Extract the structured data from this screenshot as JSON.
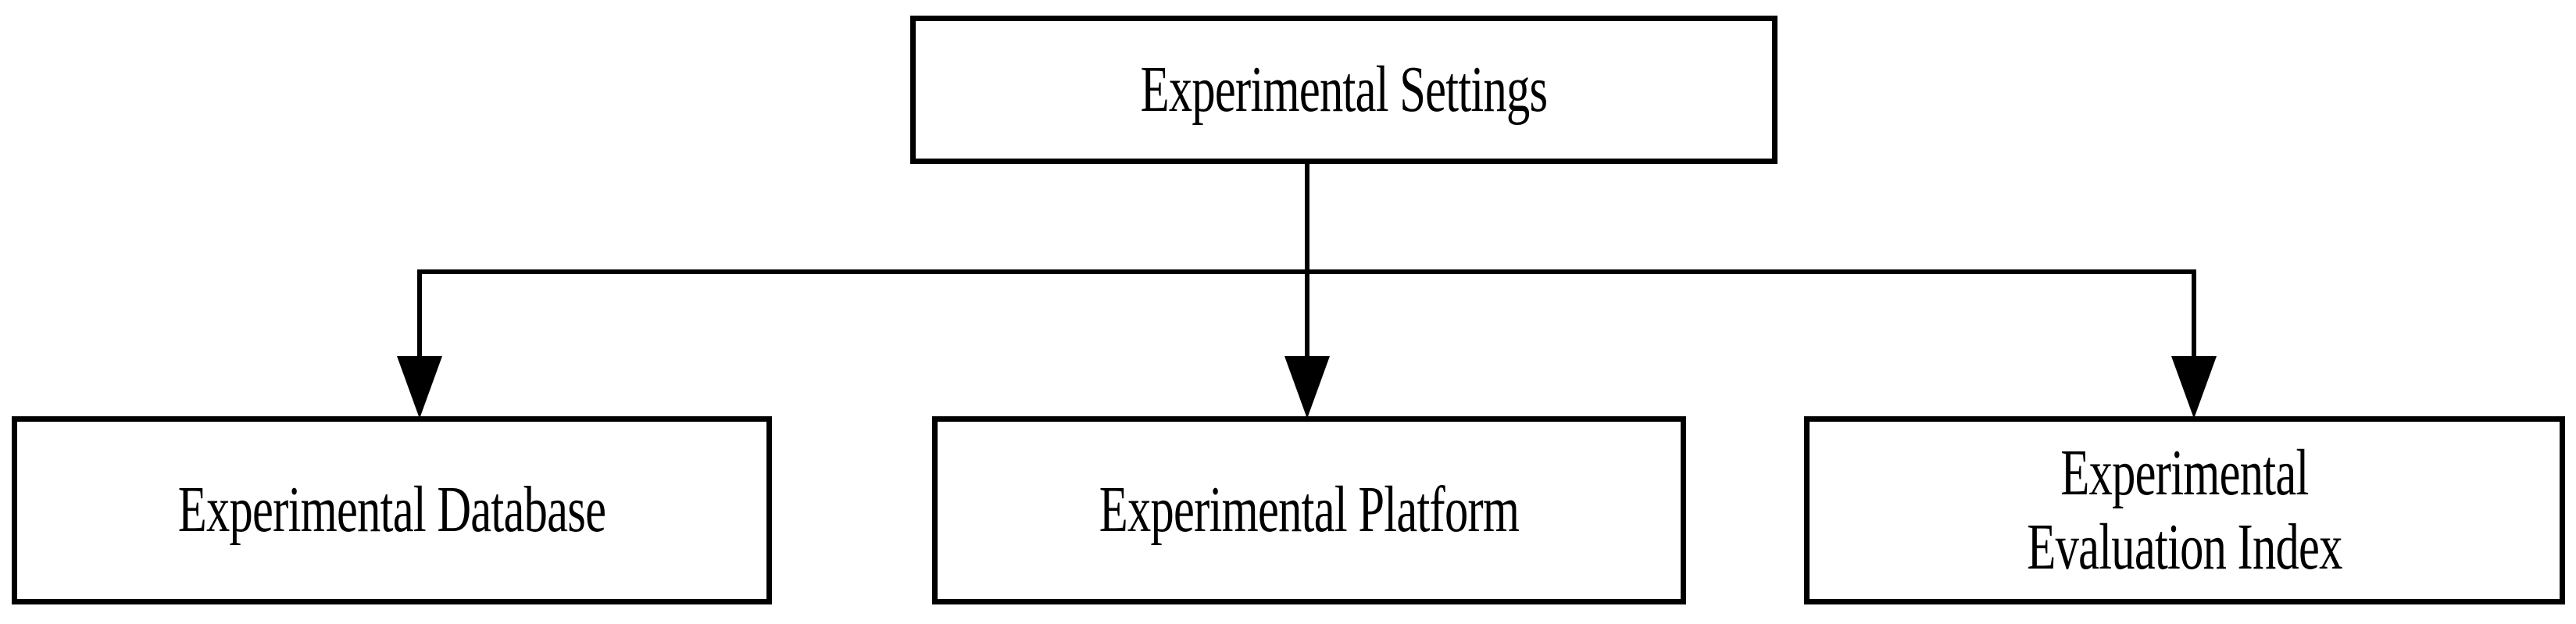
{
  "diagram": {
    "title": "Experimental Settings",
    "type": "hierarchy-tree",
    "orientation": "top-down",
    "background_color": "#ffffff",
    "line_color": "#000000",
    "text_color": "#000000",
    "root": {
      "id": "experimental-settings",
      "label": "Experimental Settings"
    },
    "children": [
      {
        "id": "experimental-database",
        "label": "Experimental Database"
      },
      {
        "id": "experimental-platform",
        "label": "Experimental Platform"
      },
      {
        "id": "experimental-evaluation-index",
        "label": "Experimental\nEvaluation Index"
      }
    ],
    "connectors": [
      {
        "id": "root-to-database",
        "from": "experimental-settings",
        "to": "experimental-database",
        "arrow": "down-arrowhead"
      },
      {
        "id": "root-to-platform",
        "from": "experimental-settings",
        "to": "experimental-platform",
        "arrow": "down-arrowhead"
      },
      {
        "id": "root-to-evaluation-index",
        "from": "experimental-settings",
        "to": "experimental-evaluation-index",
        "arrow": "down-arrowhead"
      }
    ]
  }
}
